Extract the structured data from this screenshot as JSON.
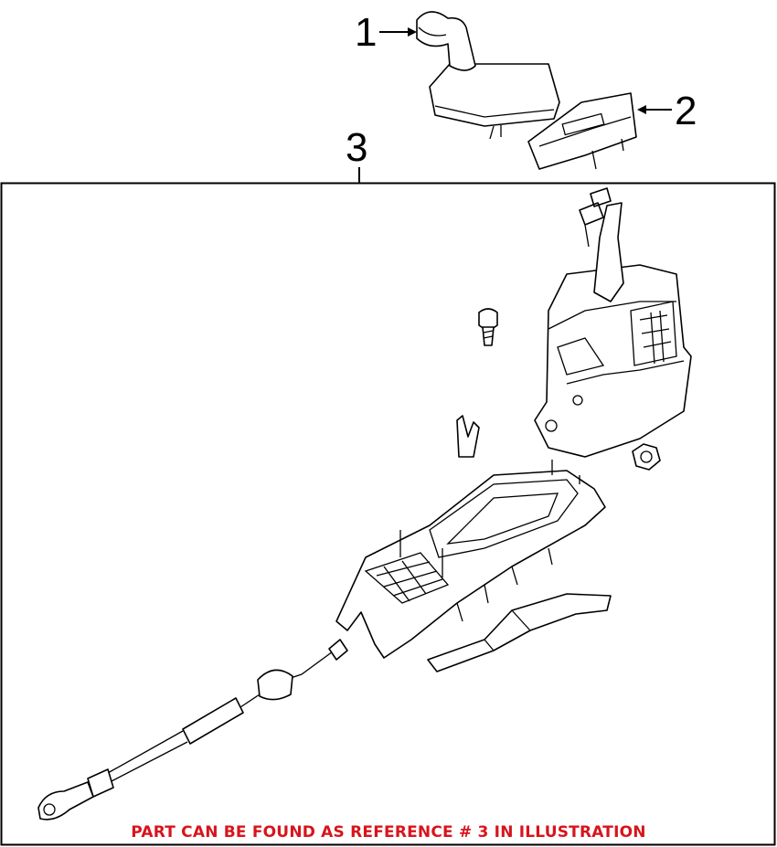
{
  "callouts": {
    "c1": "1",
    "c2": "2",
    "c3": "3"
  },
  "note": "PART CAN BE FOUND AS REFERENCE # 3 IN ILLUSTRATION",
  "colors": {
    "note": "#d8141c",
    "line": "#000000"
  }
}
